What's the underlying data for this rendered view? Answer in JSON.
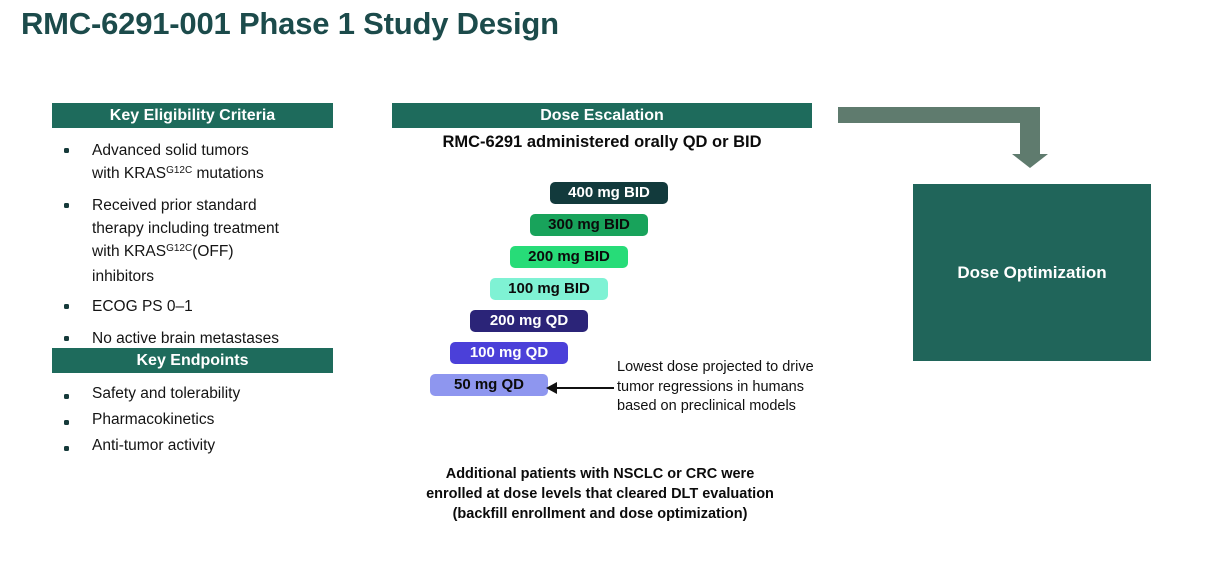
{
  "page": {
    "title": "RMC-6291-001 Phase 1 Study Design"
  },
  "colors": {
    "title_text": "#1C4B4B",
    "header_bar_bg": "#1E6B5C",
    "header_bar_text": "#FFFFFF",
    "dose_optimization_bg": "#20655A",
    "flow_arrow": "#5F7B6E",
    "annotation_arrow": "#111111",
    "body_text": "#141414"
  },
  "eligibility": {
    "header": "Key Eligibility Criteria",
    "items": [
      {
        "pre": "Advanced solid tumors\nwith KRAS",
        "sup": "G12C",
        "post": " mutations"
      },
      {
        "pre": "Received prior standard\ntherapy including treatment\nwith KRAS",
        "sup": "G12C",
        "post": "(OFF)\ninhibitors"
      },
      {
        "pre": "ECOG PS 0–1",
        "sup": "",
        "post": ""
      },
      {
        "pre": "No active brain metastases",
        "sup": "",
        "post": ""
      }
    ]
  },
  "endpoints": {
    "header": "Key Endpoints",
    "items": [
      "Safety and tolerability",
      "Pharmacokinetics",
      "Anti-tumor activity"
    ]
  },
  "dose_escalation": {
    "header": "Dose Escalation",
    "subtitle": "RMC-6291 administered orally QD or BID",
    "doses": [
      {
        "label": "400 mg BID",
        "bg": "#123A3C",
        "text_color": "#FFFFFF"
      },
      {
        "label": "300 mg BID",
        "bg": "#18A35B",
        "text_color": "#0B0B0B"
      },
      {
        "label": "200 mg BID",
        "bg": "#27DC78",
        "text_color": "#0B0B0B"
      },
      {
        "label": "100 mg BID",
        "bg": "#7FF2D4",
        "text_color": "#0B0B0B"
      },
      {
        "label": "200 mg QD",
        "bg": "#2B2478",
        "text_color": "#FFFFFF"
      },
      {
        "label": "100 mg QD",
        "bg": "#4B40D9",
        "text_color": "#FFFFFF"
      },
      {
        "label": "50 mg QD",
        "bg": "#8E96EF",
        "text_color": "#0B0B0B"
      }
    ],
    "annotation": "Lowest dose projected to drive\ntumor regressions in humans\nbased on preclinical models",
    "footnote": "Additional patients with NSCLC or CRC were\nenrolled at dose levels that cleared DLT evaluation\n(backfill enrollment and dose optimization)"
  },
  "dose_optimization": {
    "label": "Dose Optimization"
  }
}
